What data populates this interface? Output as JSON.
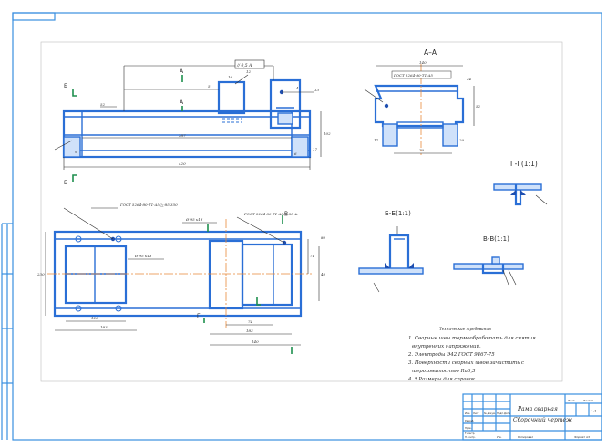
{
  "sheet": {
    "stamp_text": "",
    "colors": {
      "frame": "#3a8fe0",
      "part": "#2a6fd6",
      "axis": "#e8893a",
      "dim": "#2e2e2e",
      "marker": "#1e8f4e"
    }
  },
  "sections": {
    "a_a": "А–А",
    "b_b": "Б-Б(1:1)",
    "v_v": "В-В(1:1)",
    "g_g": "Г-Г(1:1)"
  },
  "view_marks": {
    "a": "А",
    "b": "Б",
    "v": "В",
    "g": "Г"
  },
  "front_view": {
    "overall_length": "420",
    "inner_length": "287",
    "height_right": "102",
    "tolerance_box": "// 0,5 А",
    "weld_note": "",
    "dims_small": [
      "52",
      "9",
      "5",
      "4",
      "13",
      "6",
      "17",
      "12",
      "10"
    ]
  },
  "plan_view": {
    "weld_note_top_left": "ГОСТ 5264-80-Т1-Δ5/△-85 350",
    "weld_note_top_right": "ГОСТ 5264-80-Т1-Δ5/△-85 ⊥",
    "weld_note_small_1": "Ø 95 к13",
    "weld_note_small_2": "Ø 95 к13",
    "width": "230",
    "dims_bottom": [
      "120",
      "183",
      "74",
      "183",
      "140"
    ],
    "dims_right": [
      "71",
      "40",
      "80"
    ]
  },
  "section_a": {
    "width": "140",
    "weld_note": "ГОСТ 5264-80-Т1-Δ5",
    "dims": [
      "70",
      "52",
      "24",
      "17",
      "20"
    ]
  },
  "notes": {
    "heading": "Технические требования",
    "items": [
      "1. Сварные швы термообработать для снятия",
      "внутренних напряжений.",
      "2. Электроды Э42 ГОСТ 9467-75",
      "3. Поверхности сварных швов зачистить с",
      "шероховатостью Ra6,3",
      "4. * Размеры для справок"
    ]
  },
  "title_block": {
    "title_line_1": "Рама сварная",
    "title_line_2": "Сборочный чертеж",
    "sheet_label": "Лист",
    "sheets_label": "Листов",
    "scale": "1:1",
    "header_cells": [
      "Изм.",
      "Лист",
      "№ докум.",
      "Подп.",
      "Дата"
    ],
    "row_labels": [
      "Разраб.",
      "Пров.",
      "Т.контр.",
      "Н.контр.",
      "Утв."
    ],
    "footer_left": "Копировал",
    "footer_right": "Формат А3"
  }
}
